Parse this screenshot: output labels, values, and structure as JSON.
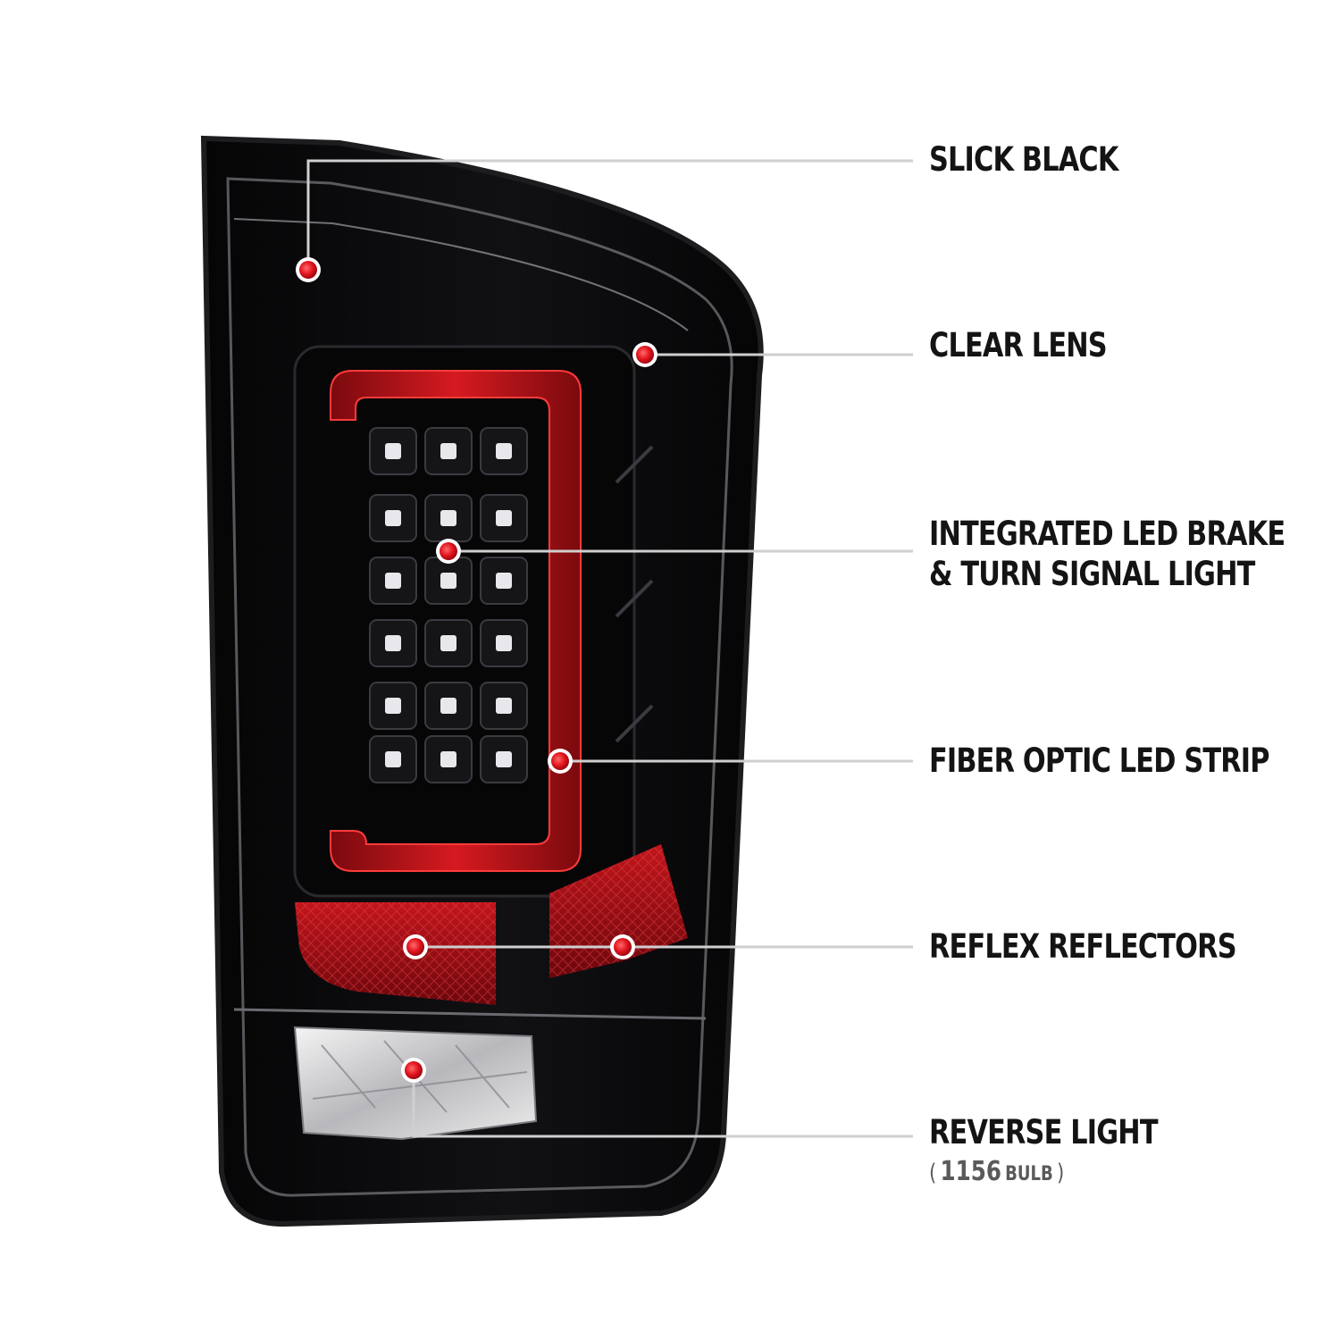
{
  "colors": {
    "housing": "#0b0b0d",
    "housing_edge": "#2a2a2e",
    "lens_rim": "#9a9aa2",
    "fiber_strip": "#c2161c",
    "fiber_glow": "#ff3b3b",
    "reflector": "#b0141c",
    "callout_dot": "#e1141e",
    "leader_line": "#cfcfcf",
    "label_text": "#141414",
    "subtext": "#5a5a5a"
  },
  "callouts": [
    {
      "id": "slick-black",
      "lines": [
        "SLICK BLACK"
      ]
    },
    {
      "id": "clear-lens",
      "lines": [
        "CLEAR LENS"
      ]
    },
    {
      "id": "integrated-led",
      "lines": [
        "INTEGRATED LED BRAKE",
        "& TURN SIGNAL LIGHT"
      ]
    },
    {
      "id": "fiber-optic",
      "lines": [
        "FIBER OPTIC LED STRIP"
      ]
    },
    {
      "id": "reflex-reflectors",
      "lines": [
        "REFLEX REFLECTORS"
      ]
    },
    {
      "id": "reverse-light",
      "lines": [
        "REVERSE LIGHT"
      ]
    }
  ],
  "reverse_note": {
    "open": "(",
    "number": "1156",
    "unit": "BULB",
    "close": ")"
  }
}
